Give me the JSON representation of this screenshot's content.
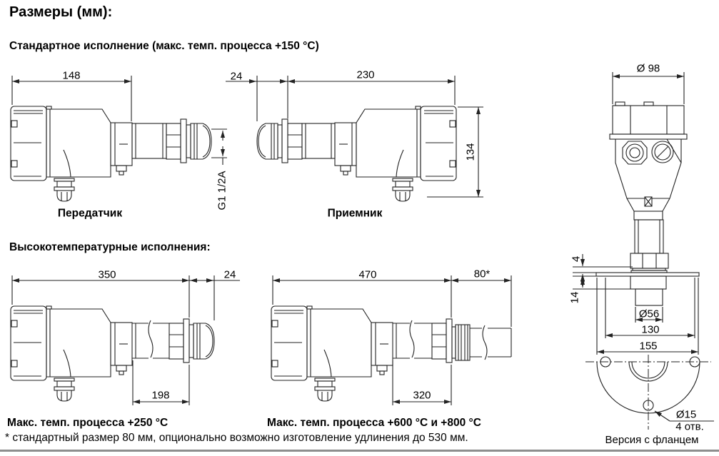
{
  "title": "Размеры (мм):",
  "standard": {
    "heading": "Стандартное исполнение (макс. темп. процесса +150 °C)",
    "transmitter": {
      "label": "Передатчик",
      "housing_length": "148",
      "thread": "G1 1/2A"
    },
    "receiver": {
      "label": "Приемник",
      "tip_offset": "24",
      "length": "230",
      "height": "134"
    }
  },
  "high_temp": {
    "heading": "Высокотемпературные исполнения:",
    "v250": {
      "label": "Макс. темп. процесса +250 °C",
      "total_length": "350",
      "tip_offset": "24",
      "insertion_length": "198"
    },
    "v600_800": {
      "label": "Макс. темп. процесса +600 °C и +800 °C",
      "total_length": "470",
      "extension": "80*",
      "insertion_length": "320"
    }
  },
  "flange_version": {
    "label": "Версия с фланцем",
    "housing_diameter": "Ø 98",
    "flange_thickness": "4",
    "neck_below_flange": "14",
    "tube_diameter": "Ø56",
    "bolt_circle": "130",
    "flange_diameter": "155",
    "hole_diameter": "Ø15",
    "hole_count": "4 отв."
  },
  "footnote": "* стандартный размер 80 мм, опционально возможно изготовление удлинения до 530 мм."
}
